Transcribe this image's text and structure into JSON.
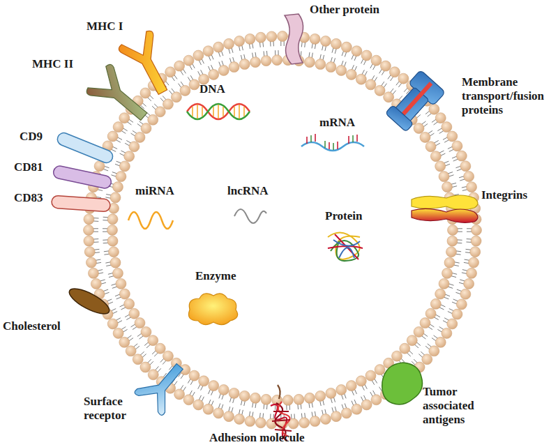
{
  "diagram": {
    "labels": [
      "Other protein",
      "MHC I",
      "MHC II",
      "CD9",
      "CD81",
      "CD83",
      "DNA",
      "mRNA",
      "miRNA",
      "lncRNA",
      "Protein",
      "Enzyme",
      "Membrane transport/fusion proteins",
      "Integrins",
      "Cholesterol",
      "Tumor associated antigens",
      "Surface receptor",
      "Adhesion molecule"
    ]
  }
}
